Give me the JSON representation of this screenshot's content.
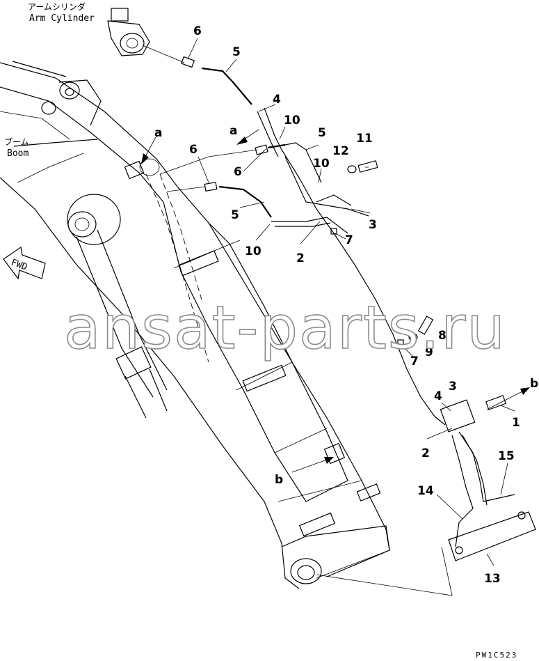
{
  "diagram": {
    "labels": {
      "arm_cylinder_jp": "アームシリンダ",
      "arm_cylinder_en": "Arm Cylinder",
      "boom_jp": "ブーム",
      "boom_en": "Boom",
      "fwd": "FWD",
      "view_a": "a",
      "view_b": "b"
    },
    "callouts": {
      "c1": "1",
      "c2": "2",
      "c3": "3",
      "c4": "4",
      "c5": "5",
      "c6": "6",
      "c7": "7",
      "c8": "8",
      "c9": "9",
      "c10": "10",
      "c11": "11",
      "c12": "12",
      "c13": "13",
      "c14": "14",
      "c15": "15"
    },
    "watermark": "ansat-parts.ru",
    "drawing_code": "PW1C523"
  }
}
